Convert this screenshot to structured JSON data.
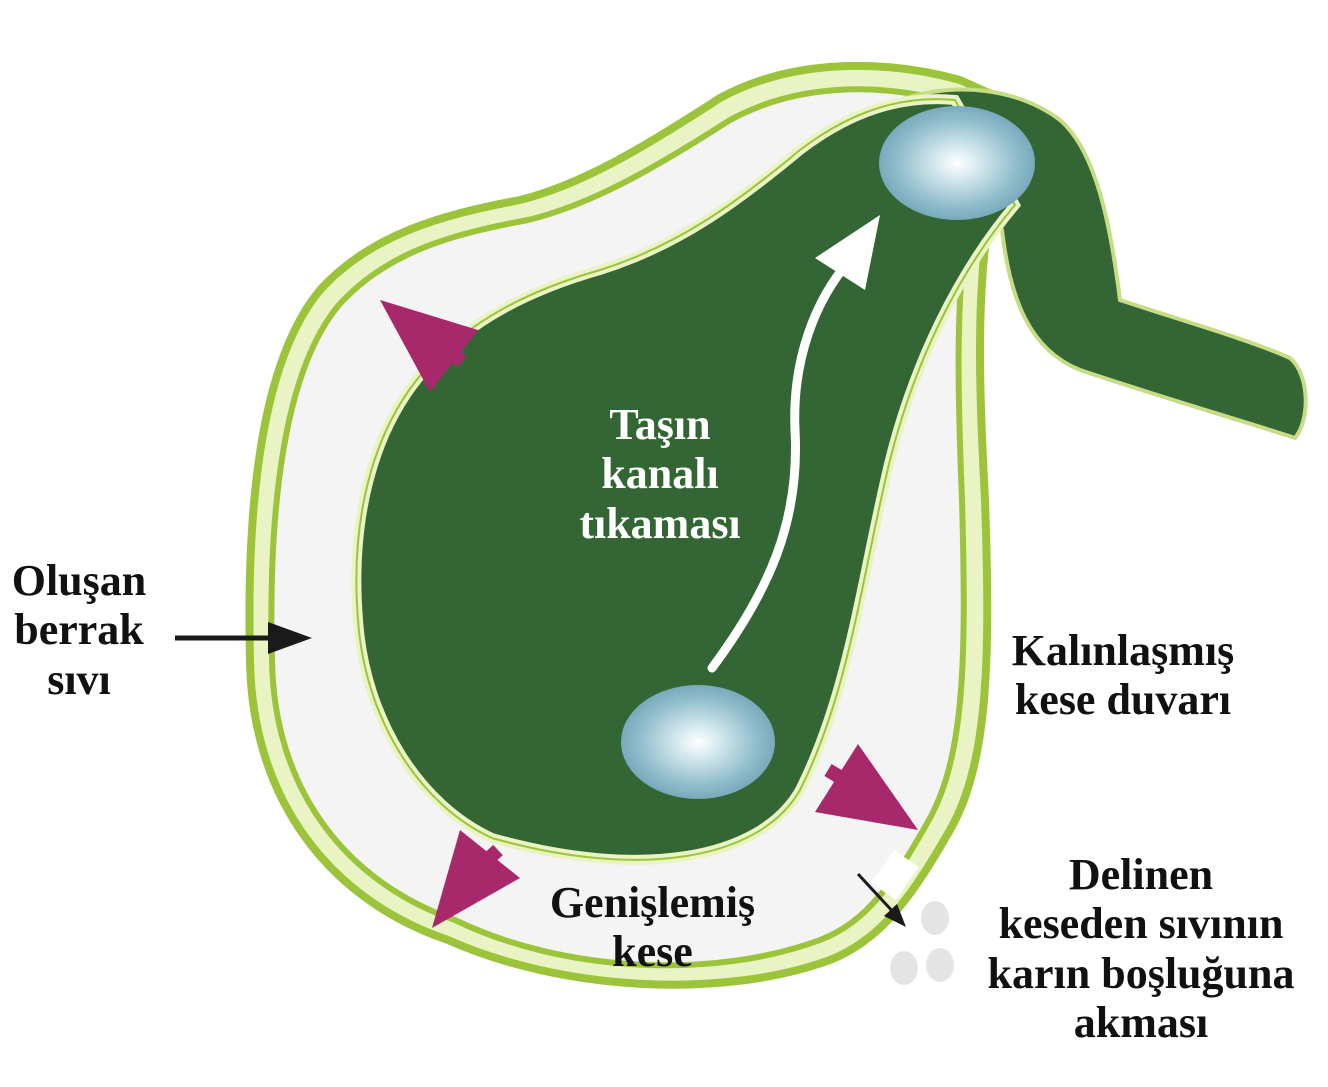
{
  "labels": {
    "stone_block": [
      "Taşın",
      "kanalı",
      "tıkaması"
    ],
    "clear_fluid": [
      "Oluşan",
      "berrak",
      "sıvı"
    ],
    "thick_wall": [
      "Kalınlaşmış",
      "kese duvarı"
    ],
    "dilated_sac": [
      "Genişlemiş",
      "kese"
    ],
    "perforation": [
      "Delinen",
      "keseden sıvının",
      "karın boşluğuna",
      "akması"
    ]
  },
  "colors": {
    "bile": "#336634",
    "wall_light": "#eaf3c4",
    "wall_line": "#9cc43a",
    "fluid": "#f4f4f4",
    "stone_edge": "#6ea3b6",
    "expansion_arrow": "#a8296b",
    "pointer_arrow": "#1a1a1a"
  }
}
